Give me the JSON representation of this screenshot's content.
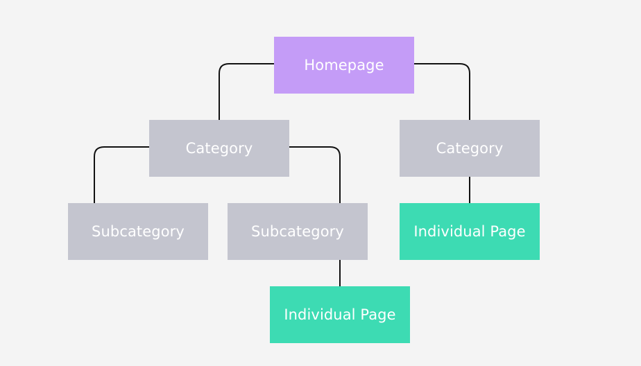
{
  "nodes": {
    "homepage": "Homepage",
    "category_left": "Category",
    "category_right": "Category",
    "subcategory_left": "Subcategory",
    "subcategory_right": "Subcategory",
    "individual_page_right": "Individual Page",
    "individual_page_bottom": "Individual Page"
  },
  "colors": {
    "background": "#f4f4f4",
    "root": "#c49cf7",
    "category": "#c4c5cf",
    "leaf": "#3ddbb3",
    "connector": "#111111",
    "text": "#ffffff"
  }
}
